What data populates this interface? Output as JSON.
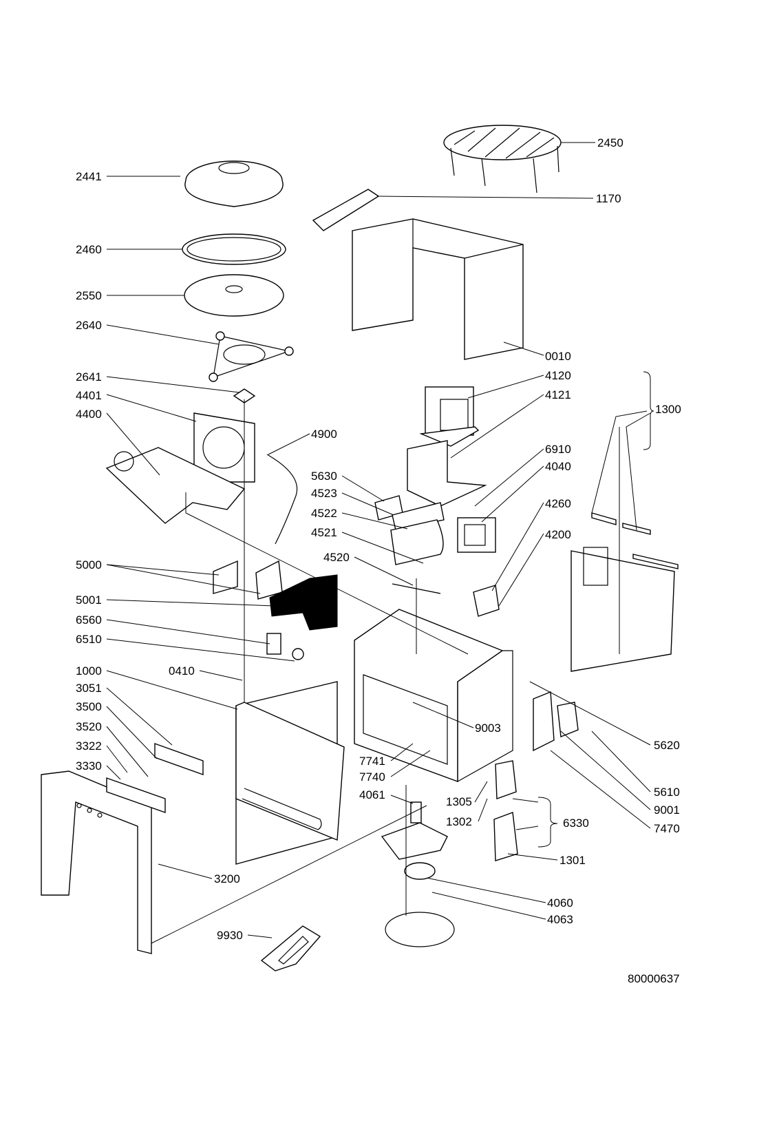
{
  "drawing_number": "80000637",
  "labels": [
    "2441",
    "2450",
    "1170",
    "2460",
    "2550",
    "2640",
    "0010",
    "2641",
    "4120",
    "4401",
    "4121",
    "1300",
    "4400",
    "4900",
    "6910",
    "4040",
    "5630",
    "4523",
    "4260",
    "4522",
    "4521",
    "4200",
    "4520",
    "5000",
    "5001",
    "6560",
    "6510",
    "1000",
    "0410",
    "3051",
    "3500",
    "3520",
    "9003",
    "5620",
    "3322",
    "3330",
    "7741",
    "7740",
    "5610",
    "1305",
    "4061",
    "9001",
    "1302",
    "6330",
    "7470",
    "1301",
    "3200",
    "4060",
    "4063",
    "9930"
  ]
}
